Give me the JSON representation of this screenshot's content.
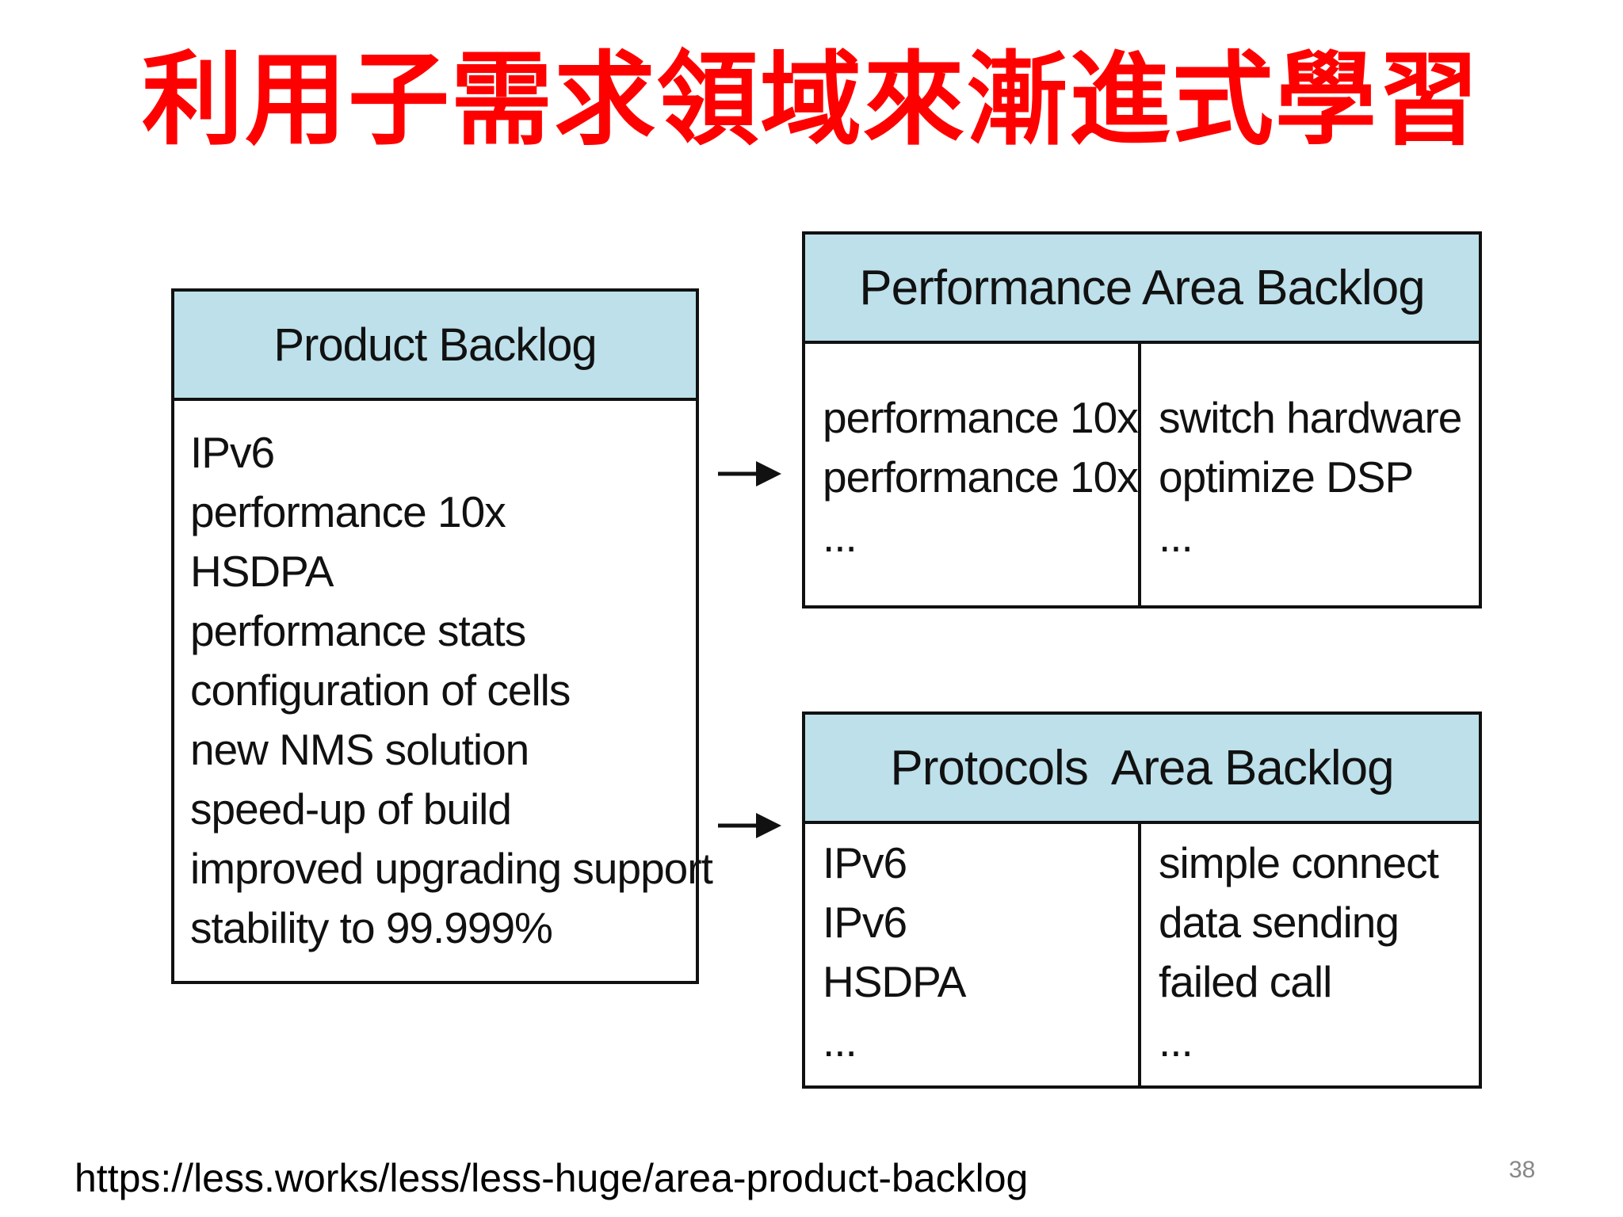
{
  "title": "利用子需求領域來漸進式學習",
  "product_backlog": {
    "header": "Product Backlog",
    "items": [
      "IPv6",
      "performance 10x",
      "HSDPA",
      "performance stats",
      "configuration of cells",
      "new NMS solution",
      "speed-up of build",
      "improved upgrading support",
      "stability to 99.999%"
    ]
  },
  "performance_area": {
    "header": "Performance Area Backlog",
    "left_items": [
      "performance 10x",
      "performance 10x",
      "..."
    ],
    "right_items": [
      "switch hardware",
      "optimize DSP",
      "..."
    ]
  },
  "protocols_area": {
    "header": "Protocols  Area Backlog",
    "left_items": [
      "IPv6",
      "IPv6",
      "HSDPA",
      "..."
    ],
    "right_items": [
      "simple connect",
      "data sending",
      "failed call",
      "..."
    ]
  },
  "footer": {
    "url": "https://less.works/less/less-huge/area-product-backlog",
    "page_number": "38"
  },
  "colors": {
    "title": "#ff0000",
    "header_fill": "#bde0ea",
    "border": "#111111"
  }
}
